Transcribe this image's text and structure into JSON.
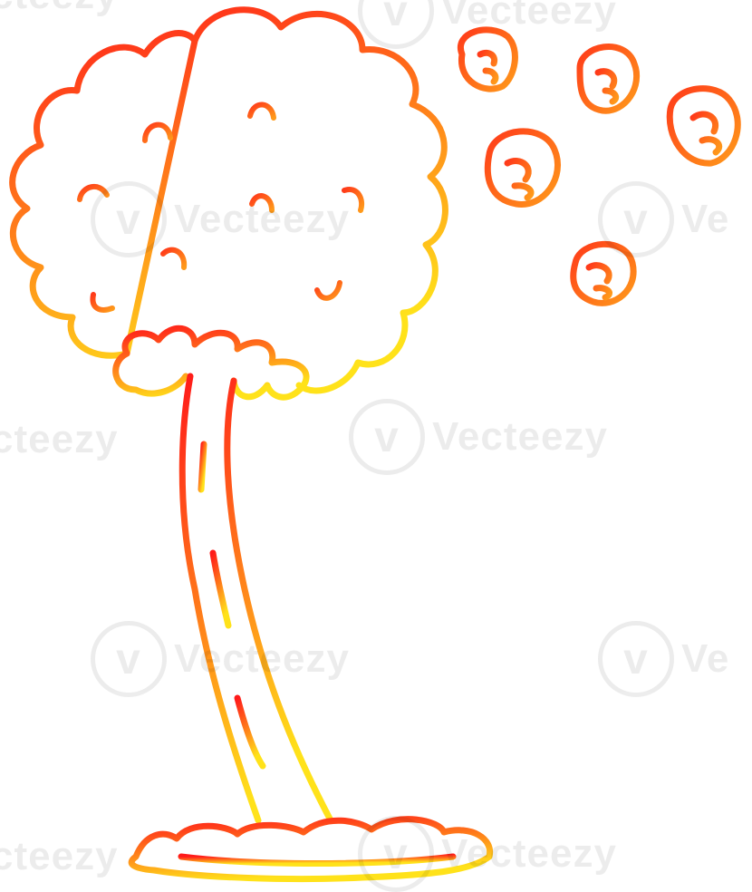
{
  "illustration": {
    "subject": "tree-with-blowing-leaves",
    "stroke_gradient": {
      "top": "#ff1a1a",
      "middle": "#ff7a1a",
      "bottom": "#ffe21a"
    },
    "background": "#ffffff"
  },
  "watermark": {
    "text": "Vecteezy",
    "logo_glyph": "v",
    "text_partial_left": "cteezy",
    "text_partial_right": "Ve"
  }
}
